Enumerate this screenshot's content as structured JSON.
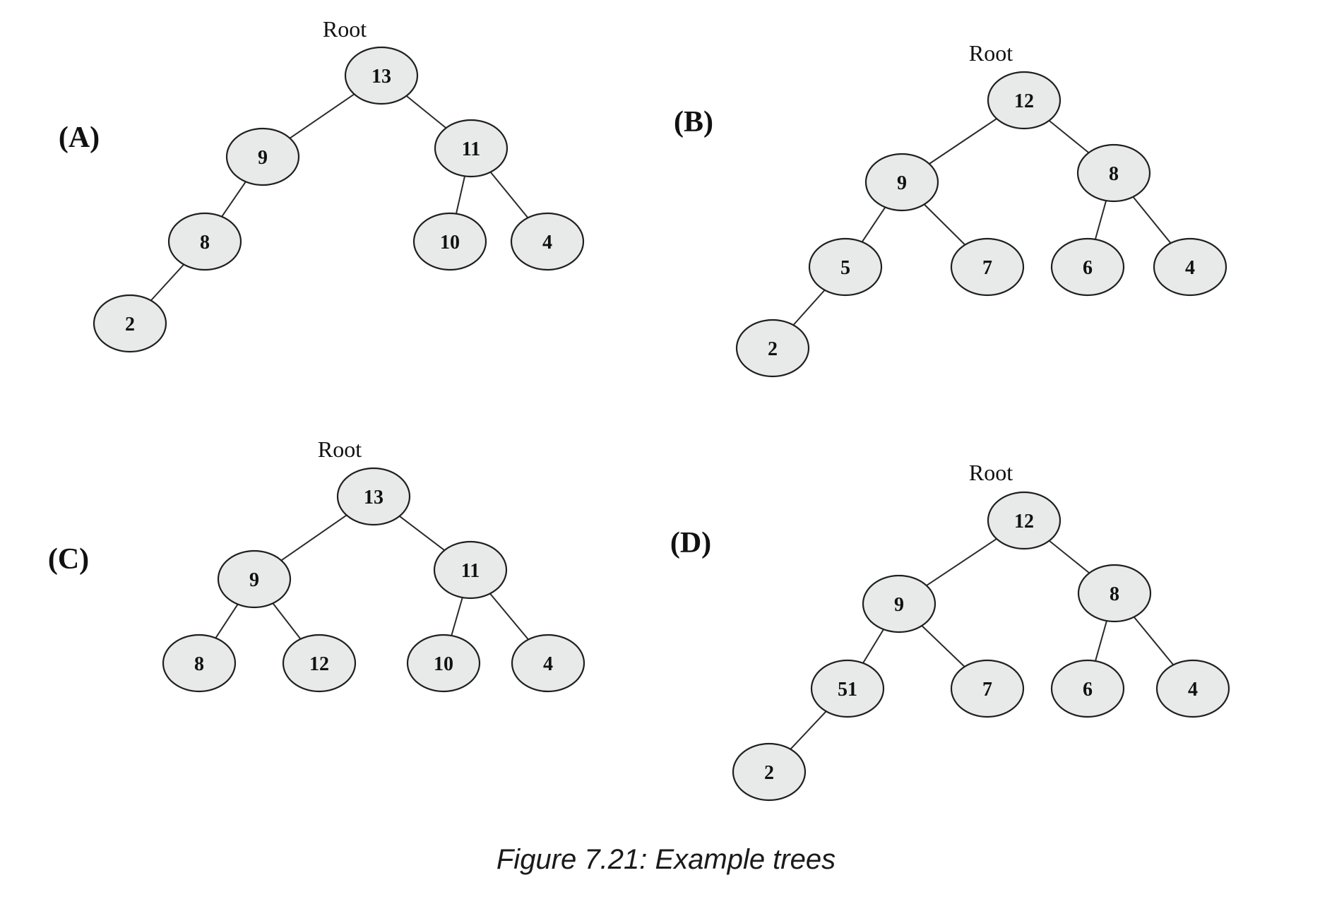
{
  "caption": "Figure 7.21: Example trees",
  "trees": [
    {
      "label": "(A)",
      "root_label": "Root",
      "nodes": [
        "13",
        "9",
        "11",
        "8",
        "10",
        "4",
        "2"
      ],
      "edges": [
        [
          0,
          1
        ],
        [
          0,
          2
        ],
        [
          1,
          3
        ],
        [
          3,
          6
        ],
        [
          2,
          4
        ],
        [
          2,
          5
        ]
      ]
    },
    {
      "label": "(B)",
      "root_label": "Root",
      "nodes": [
        "12",
        "9",
        "8",
        "5",
        "7",
        "6",
        "4",
        "2"
      ],
      "edges": [
        [
          0,
          1
        ],
        [
          0,
          2
        ],
        [
          1,
          3
        ],
        [
          1,
          4
        ],
        [
          3,
          7
        ],
        [
          2,
          5
        ],
        [
          2,
          6
        ]
      ]
    },
    {
      "label": "(C)",
      "root_label": "Root",
      "nodes": [
        "13",
        "9",
        "11",
        "8",
        "12",
        "10",
        "4"
      ],
      "edges": [
        [
          0,
          1
        ],
        [
          0,
          2
        ],
        [
          1,
          3
        ],
        [
          1,
          4
        ],
        [
          2,
          5
        ],
        [
          2,
          6
        ]
      ]
    },
    {
      "label": "(D)",
      "root_label": "Root",
      "nodes": [
        "12",
        "9",
        "8",
        "51",
        "7",
        "6",
        "4",
        "2"
      ],
      "edges": [
        [
          0,
          1
        ],
        [
          0,
          2
        ],
        [
          1,
          3
        ],
        [
          1,
          4
        ],
        [
          3,
          7
        ],
        [
          2,
          5
        ],
        [
          2,
          6
        ]
      ]
    }
  ]
}
